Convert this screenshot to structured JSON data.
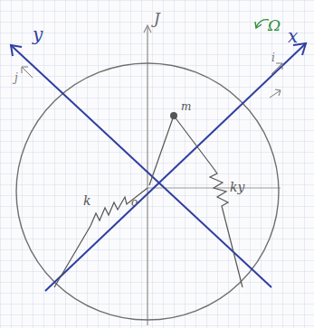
{
  "diagram": {
    "labels": [
      "J",
      "y",
      "j",
      "x",
      "i",
      "Ω",
      "m",
      "k",
      "ky",
      "o"
    ]
  }
}
